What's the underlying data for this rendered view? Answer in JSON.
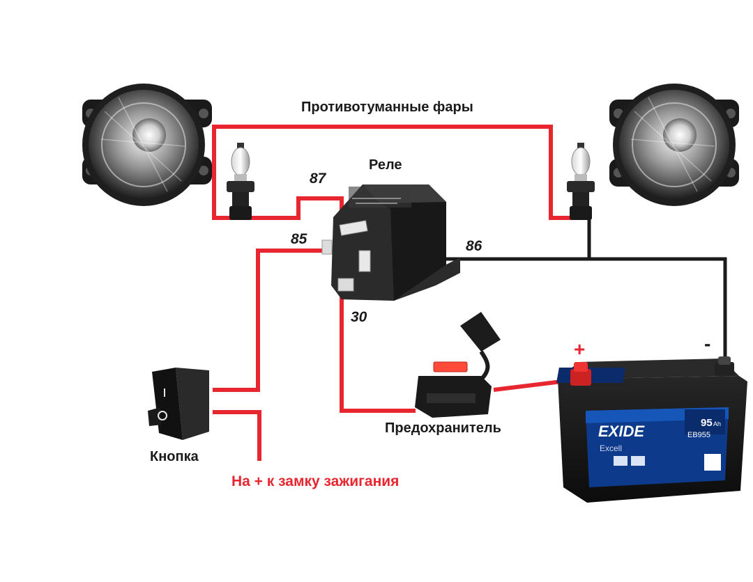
{
  "labels": {
    "fog_lights": "Противотуманные фары",
    "relay": "Реле",
    "fuse": "Предохранитель",
    "button": "Кнопка",
    "ignition": "На + к замку зажигания",
    "plus": "+",
    "minus": "-"
  },
  "pins": {
    "p87": "87",
    "p85": "85",
    "p86": "86",
    "p30": "30"
  },
  "battery": {
    "brand": "EXIDE",
    "series": "Excell",
    "model": "EB955",
    "capacity": "95",
    "unit": "Ah"
  },
  "colors": {
    "wire_positive": "#e8262f",
    "wire_ground": "#1a1a1a",
    "label_red": "#e8262f"
  },
  "icons": {
    "left_lamp": "fog-lamp-icon",
    "right_lamp": "fog-lamp-icon",
    "bulbs": "h11-bulb-icon",
    "relay": "relay-icon",
    "fuse": "inline-fuse-icon",
    "switch": "rocker-switch-icon",
    "battery": "car-battery-icon"
  }
}
